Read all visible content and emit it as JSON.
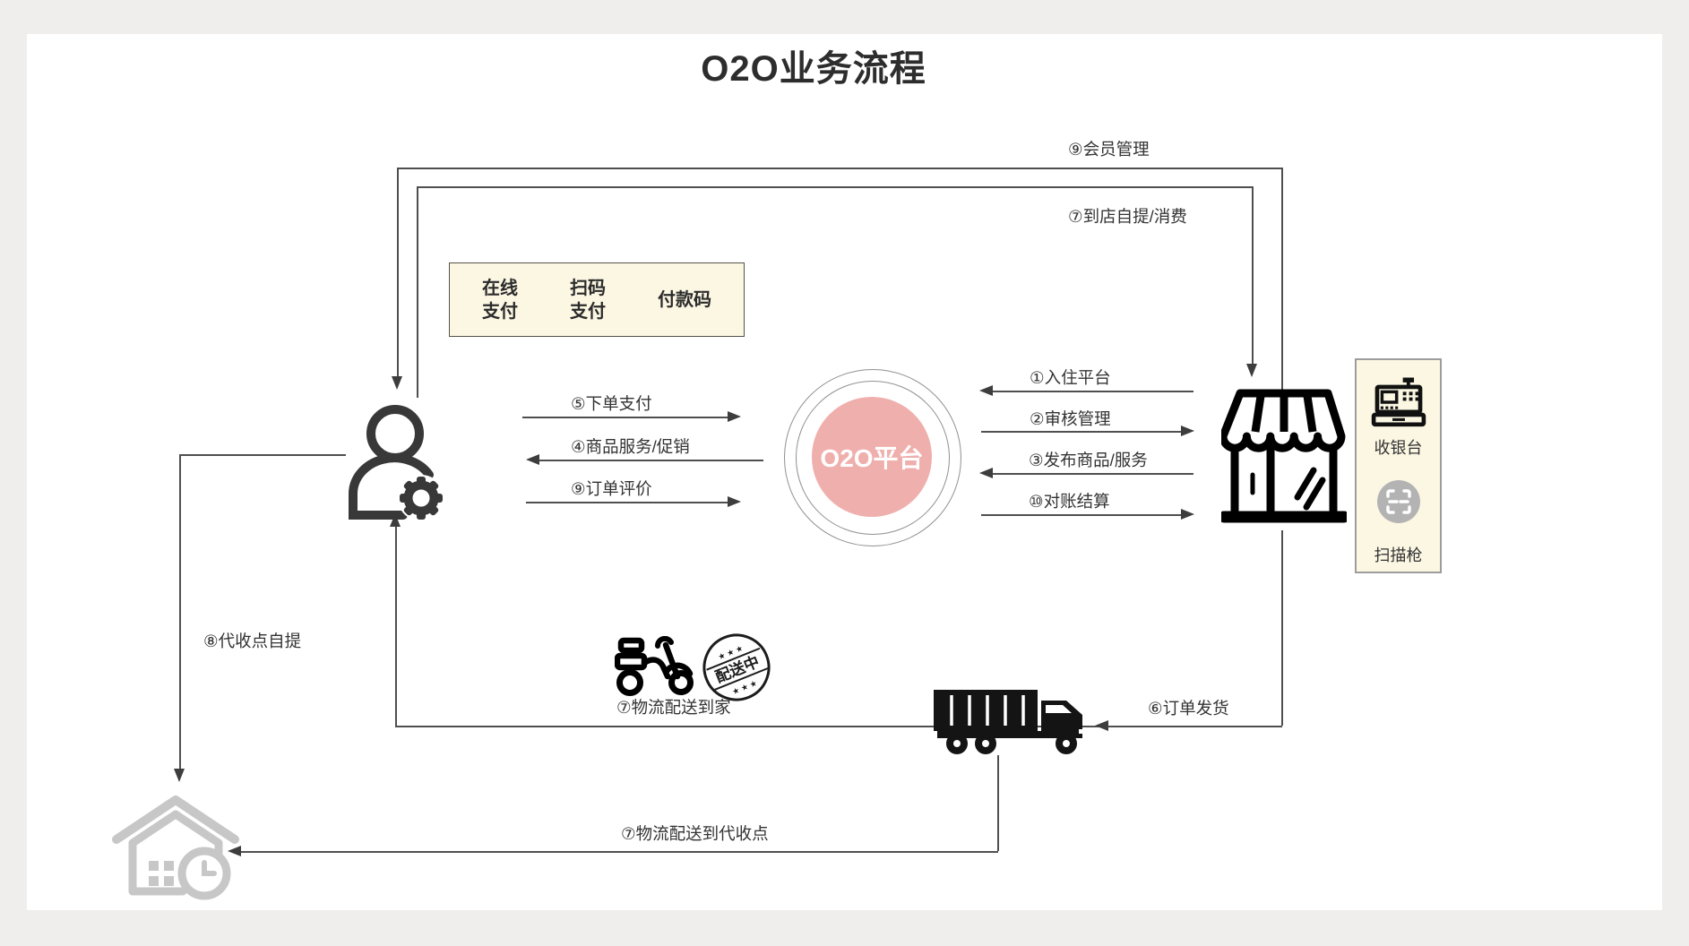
{
  "title": "O2O业务流程",
  "platform": {
    "label": "O2O平台"
  },
  "payment_box": {
    "items": [
      {
        "line1": "在线",
        "line2": "支付"
      },
      {
        "line1": "扫码",
        "line2": "支付"
      },
      {
        "line1": "付款码"
      }
    ]
  },
  "labels": {
    "member_mgmt": "⑨会员管理",
    "store_pickup": "⑦到店自提/消费",
    "order_pay": "⑤下单支付",
    "goods_promo": "④商品服务/促销",
    "order_review": "⑨订单评价",
    "join": "①入住平台",
    "audit": "②审核管理",
    "publish": "③发布商品/服务",
    "settle": "⑩对账结算",
    "ship": "⑥订单发货",
    "home_delivery": "⑦物流配送到家",
    "agent_pickup": "⑧代收点自提",
    "agent_delivery": "⑦物流配送到代收点"
  },
  "store_box": {
    "cashier": "收银台",
    "scanner": "扫描枪"
  },
  "stamp": {
    "text": "配送中",
    "stars": "★ ★ ★"
  },
  "colors": {
    "platform_fill": "#efafac",
    "box_bg": "#fbf7e3",
    "line": "#4f4f4f",
    "house_gray": "#c7c7c7",
    "scan_gray": "#b3b3b3"
  }
}
